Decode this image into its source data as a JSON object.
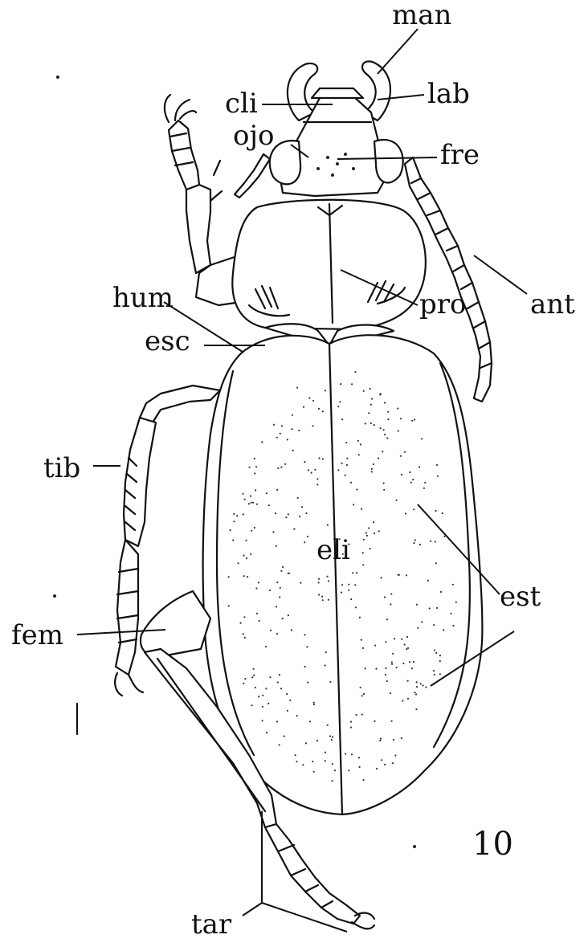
{
  "figure": {
    "number": "10",
    "labels": {
      "man": "man",
      "lab": "lab",
      "cli": "cli",
      "ojo": "ojo",
      "fre": "fre",
      "ant": "ant",
      "hum": "hum",
      "pro": "pro",
      "esc": "esc",
      "tib": "tib",
      "eli": "eli",
      "est": "est",
      "fem": "fem",
      "tar": "tar"
    }
  }
}
